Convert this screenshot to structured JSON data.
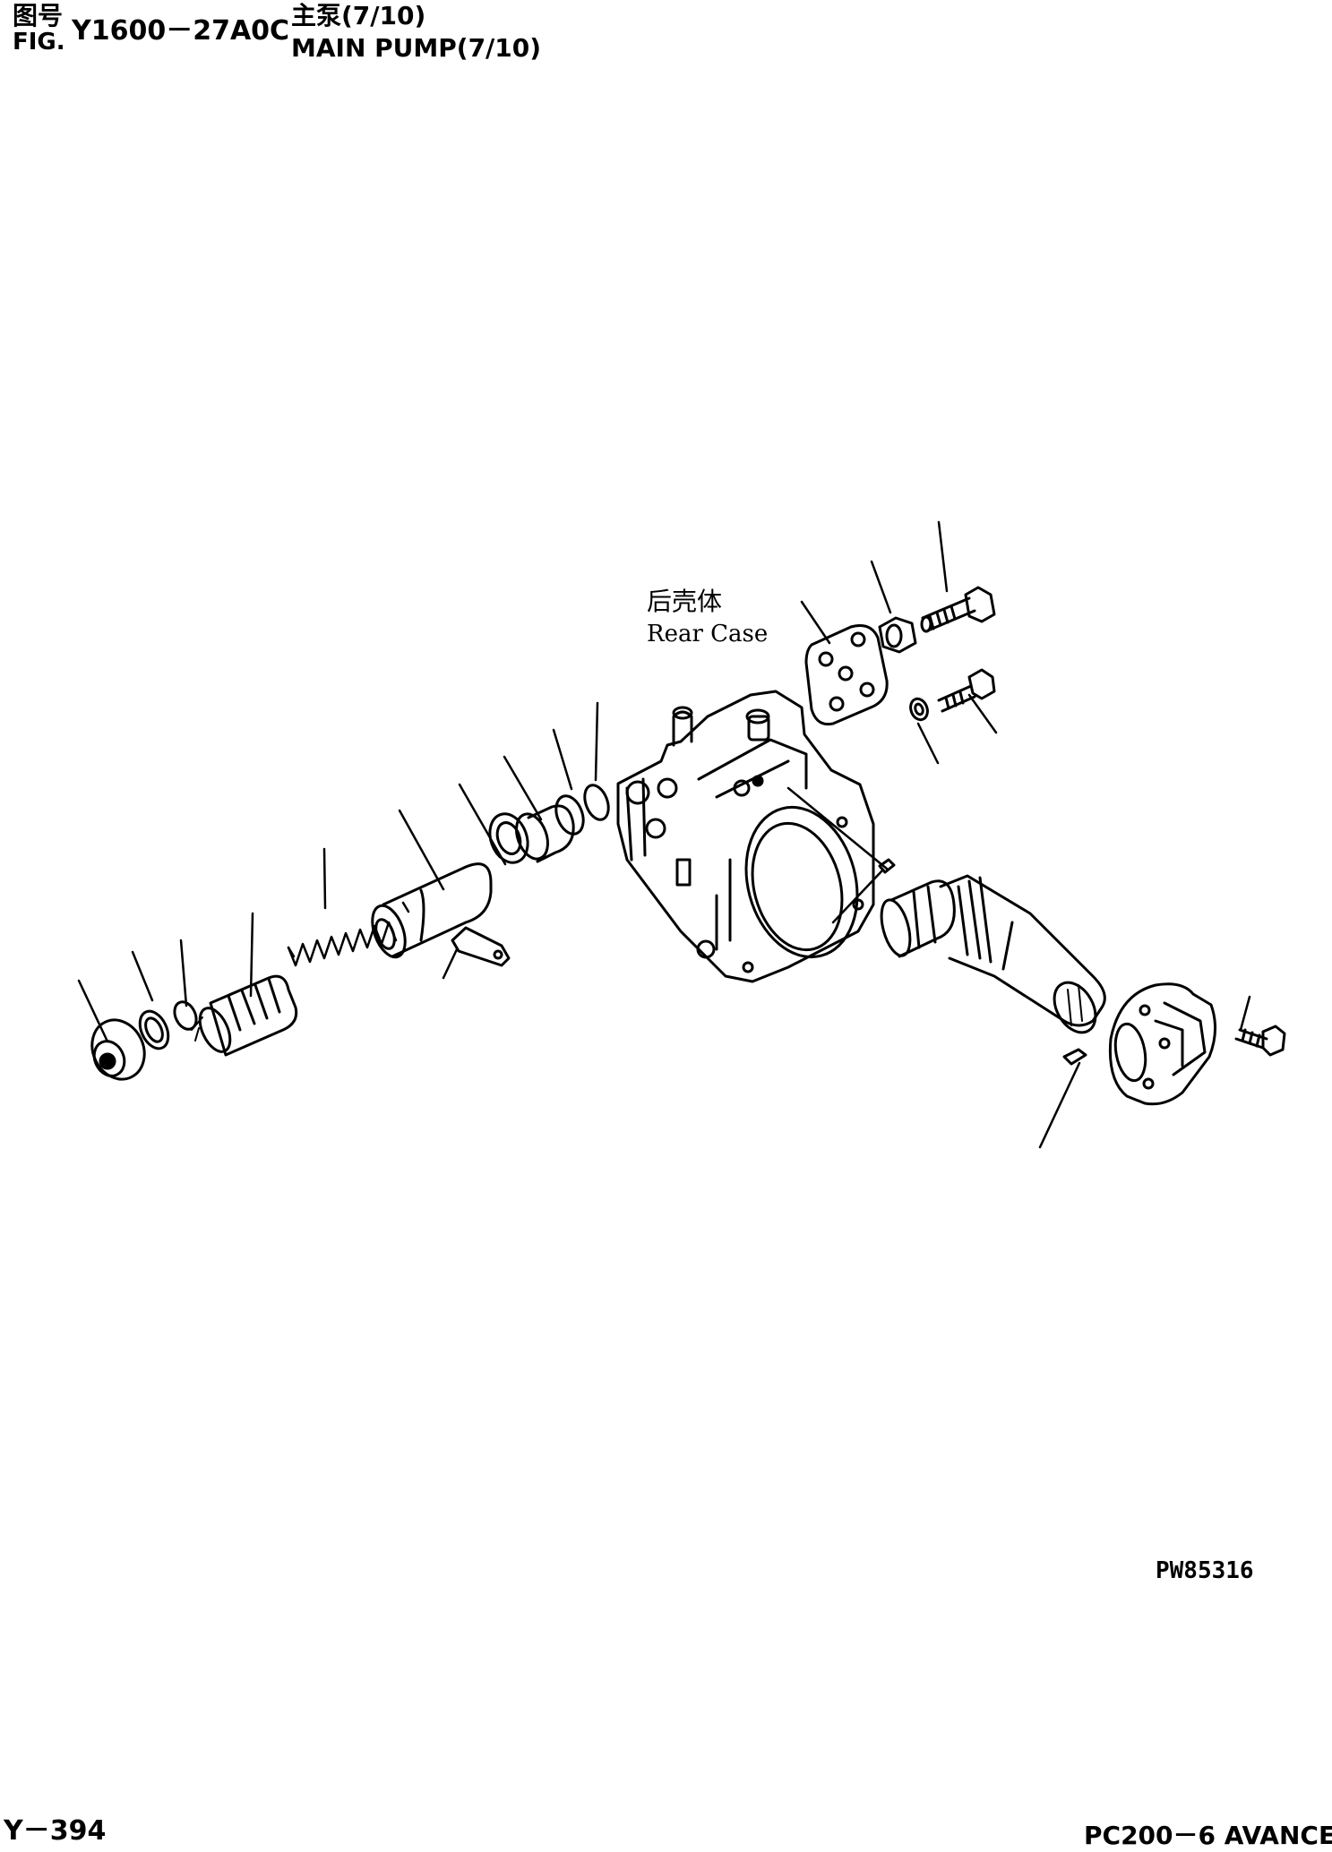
{
  "header": {
    "fig_label_cn": "图号",
    "fig_label_en": "FIG.",
    "fig_number": "Y1600－27A0C",
    "title_cn": "主泵(7/10)",
    "title_en": "MAIN PUMP(7/10)"
  },
  "diagram": {
    "callout_cn": "后壳体",
    "callout_en": "Rear Case",
    "drawing_code": "PW85316"
  },
  "footer": {
    "page": "Y－394",
    "model": "PC200－6 AVANCE"
  }
}
